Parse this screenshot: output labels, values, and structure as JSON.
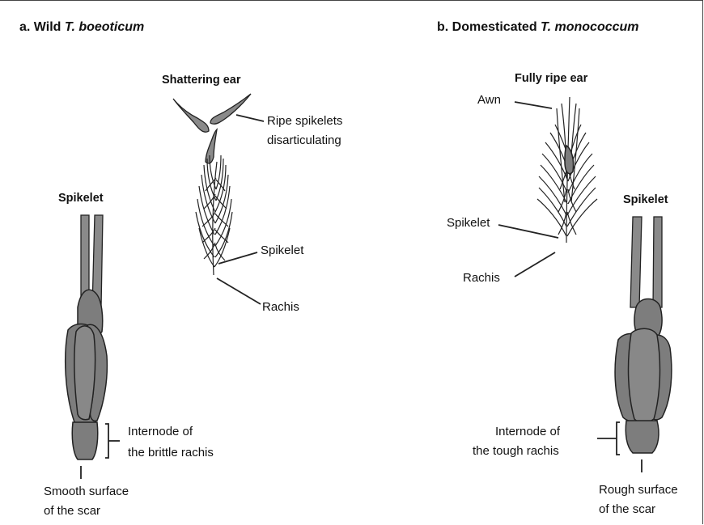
{
  "panel_a": {
    "heading_prefix": "a. Wild ",
    "heading_species": "T. boeoticum",
    "ear_title": "Shattering ear",
    "spikelet_title": "Spikelet",
    "callout_ripe": [
      "Ripe spikelets",
      "disarticulating"
    ],
    "callout_spikelet": "Spikelet",
    "callout_rachis": "Rachis",
    "callout_internode": [
      "Internode of",
      "the brittle rachis"
    ],
    "callout_scar": [
      "Smooth surface",
      "of the scar"
    ]
  },
  "panel_b": {
    "heading_prefix": "b. Domesticated ",
    "heading_species": "T. monococcum",
    "ear_title": "Fully ripe ear",
    "spikelet_title": "Spikelet",
    "callout_awn": "Awn",
    "callout_spikelet": "Spikelet",
    "callout_rachis": "Rachis",
    "callout_internode": [
      "Internode of",
      "the tough rachis"
    ],
    "callout_scar": [
      "Rough surface",
      "of the scar"
    ]
  }
}
